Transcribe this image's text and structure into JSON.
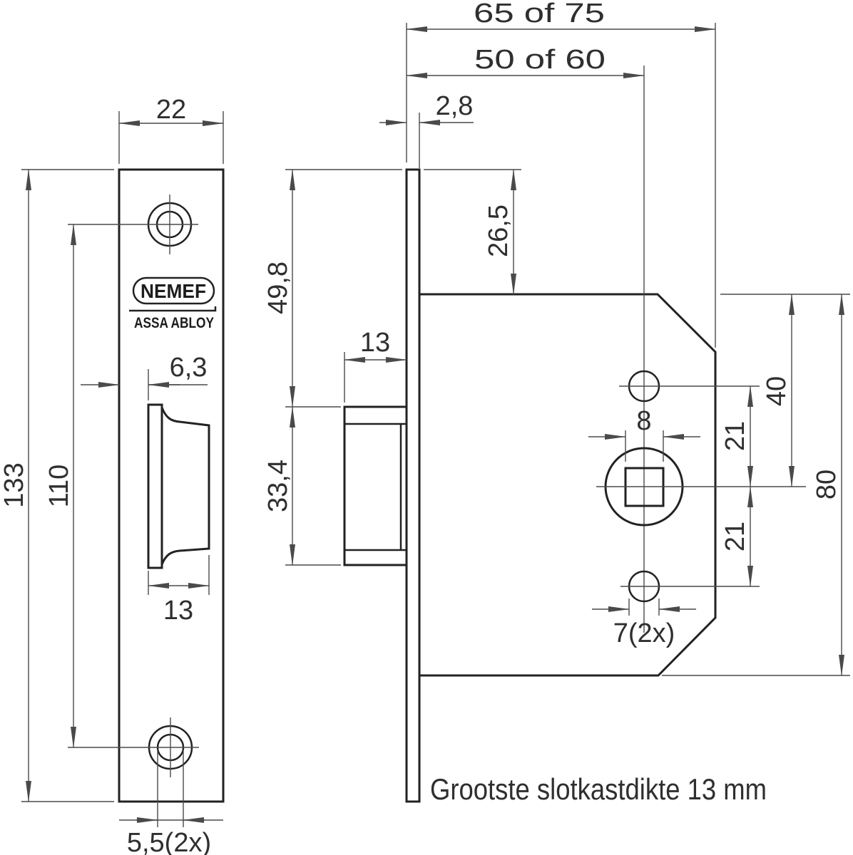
{
  "page": {
    "background": "#ffffff"
  },
  "drawing": {
    "note": "Grootste slotkastdikte 13 mm",
    "logo": {
      "brand": "NEMEF",
      "subbrand": "ASSA ABLOY"
    },
    "front_view": {
      "plate_width": "22",
      "plate_height": "133",
      "screw_spacing": "110",
      "latch_offset": "6,3",
      "latch_width": "13",
      "screw_hole_dia": "5,5(2x)"
    },
    "side_view": {
      "plate_thickness": "2,8",
      "top_to_latch": "49,8",
      "latch_height": "33,4",
      "latch_depth": "13"
    },
    "case_view": {
      "total_depth": "65 of 75",
      "backset": "50 of 60",
      "top_offset": "26,5",
      "spindle_from_top": "40",
      "upper_hole_to_spindle": "21",
      "spindle_to_lower_hole": "21",
      "case_height": "80",
      "spindle_square": "8",
      "mount_hole_dia": "7(2x)"
    }
  }
}
